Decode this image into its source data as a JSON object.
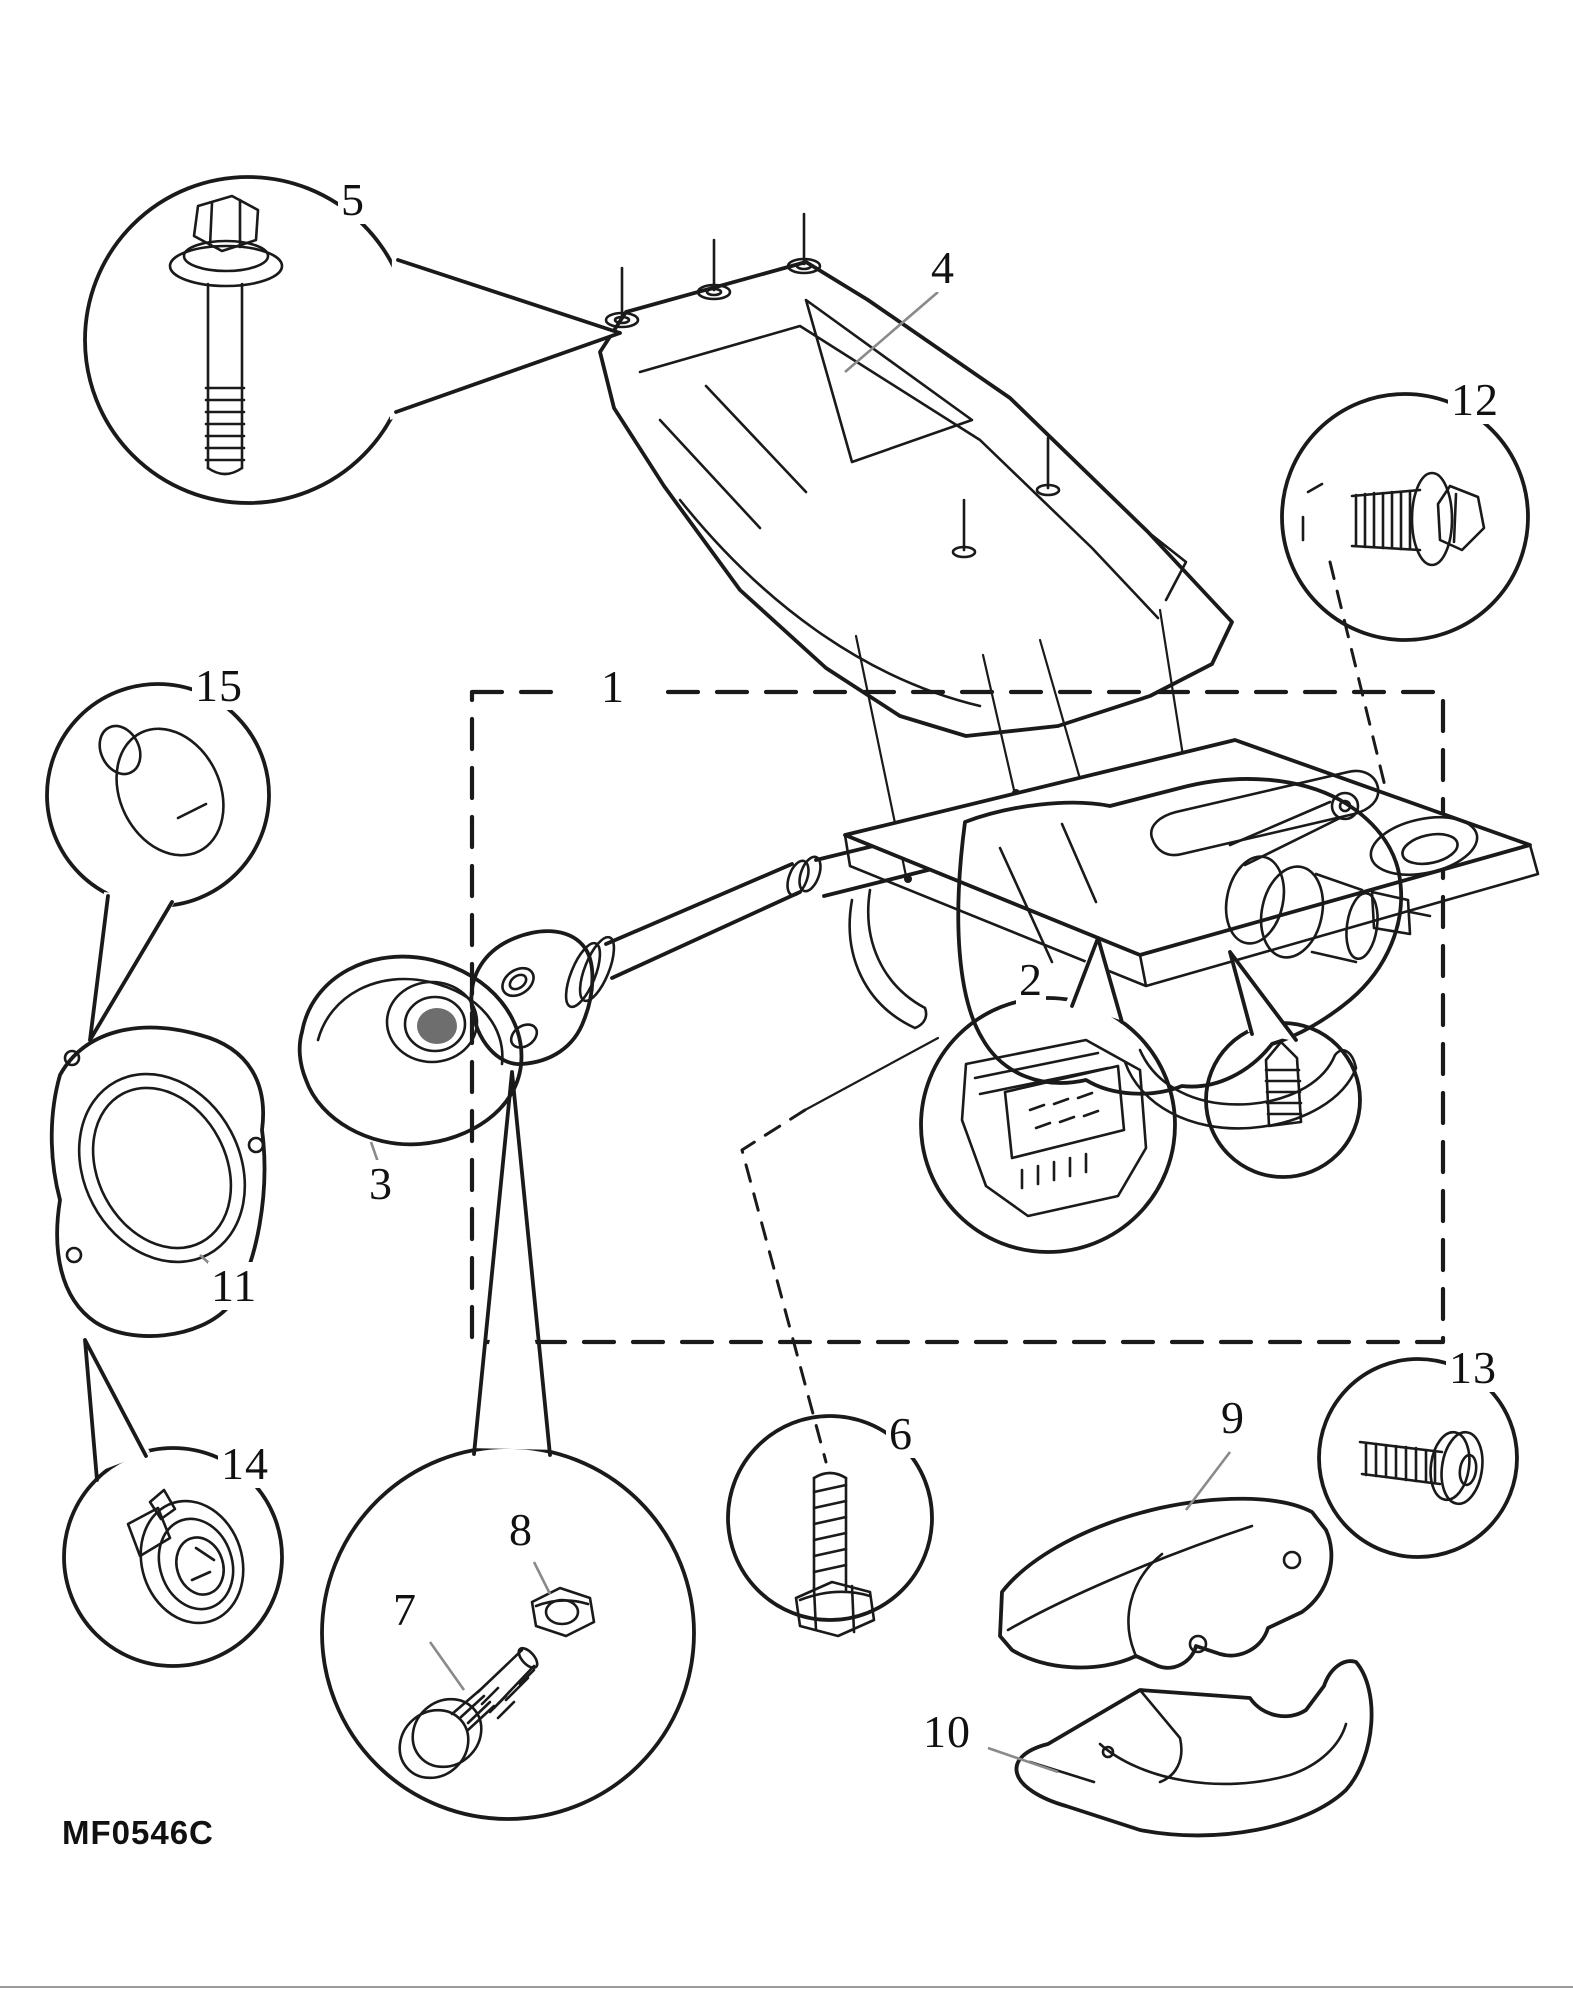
{
  "figure": {
    "code": "MF0546C",
    "description": "Exploded parts diagram of a steering column assembly with numbered callouts and magnified detail circles",
    "background_color": "#ffffff",
    "ink_color": "#1a1a1a",
    "leader_color": "#8a8a8a"
  },
  "labels": {
    "p1": "1",
    "p2": "2",
    "p3": "3",
    "p4": "4",
    "p5": "5",
    "p6": "6",
    "p7": "7",
    "p8": "8",
    "p9": "9",
    "p10": "10",
    "p11": "11",
    "p12": "12",
    "p13": "13",
    "p14": "14",
    "p15": "15"
  },
  "callouts": [
    {
      "label": "1",
      "item": "steering-column-assembly-boundary"
    },
    {
      "label": "2",
      "item": "multi-pin-connector-detail"
    },
    {
      "label": "3",
      "item": "rubber-boot-seal"
    },
    {
      "label": "4",
      "item": "upper-mounting-bracket"
    },
    {
      "label": "5",
      "item": "long-flanged-hex-bolt-detail"
    },
    {
      "label": "6",
      "item": "hex-head-bolt-detail"
    },
    {
      "label": "7",
      "item": "shear-bolt-detail"
    },
    {
      "label": "8",
      "item": "hex-flange-nut-detail"
    },
    {
      "label": "9",
      "item": "upper-column-shroud"
    },
    {
      "label": "10",
      "item": "lower-column-shroud"
    },
    {
      "label": "11",
      "item": "bulkhead-gasket-plate"
    },
    {
      "label": "12",
      "item": "short-flanged-bolt-detail"
    },
    {
      "label": "13",
      "item": "pan-head-screw-detail"
    },
    {
      "label": "14",
      "item": "grommet-clip-detail"
    },
    {
      "label": "15",
      "item": "push-pin-clip-detail"
    }
  ]
}
